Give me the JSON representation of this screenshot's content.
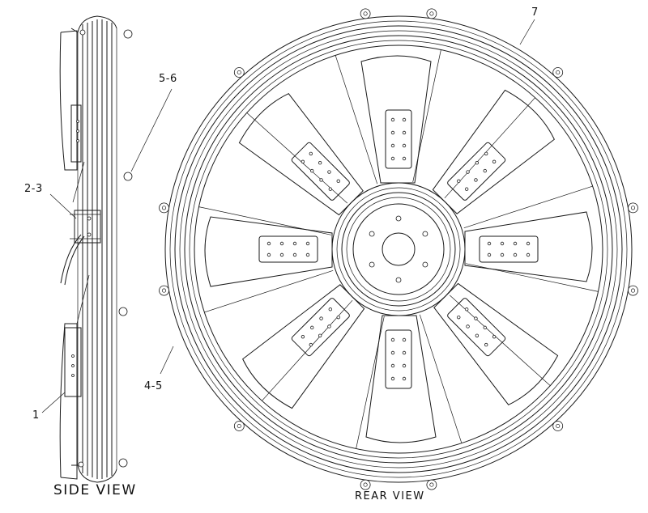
{
  "callouts": [
    {
      "id": "c7",
      "text": "7"
    },
    {
      "id": "c56",
      "text": "5-6"
    },
    {
      "id": "c23",
      "text": "2-3"
    },
    {
      "id": "c45",
      "text": "4-5"
    },
    {
      "id": "c1",
      "text": "1"
    }
  ],
  "captions": {
    "side": "SIDE VIEW",
    "rear": "REAR VIEW"
  },
  "colors": {
    "line": "#1a1a1a",
    "background": "#ffffff"
  }
}
